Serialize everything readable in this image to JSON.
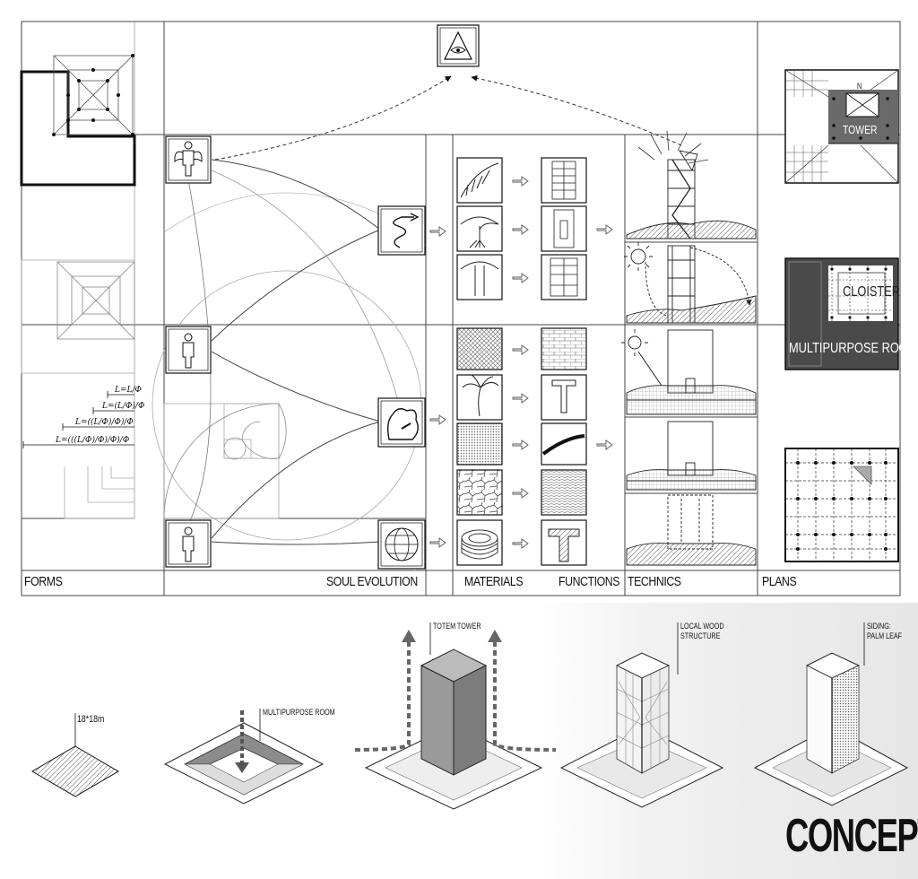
{
  "columns": {
    "forms": "FORMS",
    "soul_evolution": "SOUL EVOLUTION",
    "materials": "MATERIALS",
    "functions": "FUNCTIONS",
    "technics": "TECHNICS",
    "plans": "PLANS"
  },
  "forms_equations": [
    "L=L/Φ",
    "L=(L/Φ)/Φ",
    "L=((L/Φ)/Φ)/Φ",
    "L=(((L/Φ)/Φ)/Φ)/Φ"
  ],
  "plans": {
    "tower": "TOWER",
    "north": "N",
    "cloister": "CLOISTER",
    "multipurpose": "MULTIPURPOSE ROOM"
  },
  "concept_steps": {
    "site": "18*18m",
    "multipurpose": "MULTIPURPOSE ROOM",
    "totem": "TOTEM TOWER",
    "wood_line1": "LOCAL WOOD",
    "wood_line2": "STRUCTURE",
    "siding_line1": "SIDING:",
    "siding_line2": "PALM LEAF"
  },
  "title": "CONCEPT",
  "colors": {
    "line": "#333333",
    "dark_fill": "#4a4a4a",
    "mid_fill": "#8c8c8c",
    "light_fill": "#d4d4d4",
    "hatch": "#6a6a6a"
  },
  "icons": {
    "eye": "eye-of-providence-icon",
    "angel": "angel-figure-icon",
    "person": "person-figure-icon",
    "spiral": "spiral-arrow-icon",
    "leaf": "palm-leaf-icon",
    "tree": "tree-icon",
    "trunk": "trunk-icon",
    "globe": "globe-icon",
    "sun": "sun-icon"
  }
}
